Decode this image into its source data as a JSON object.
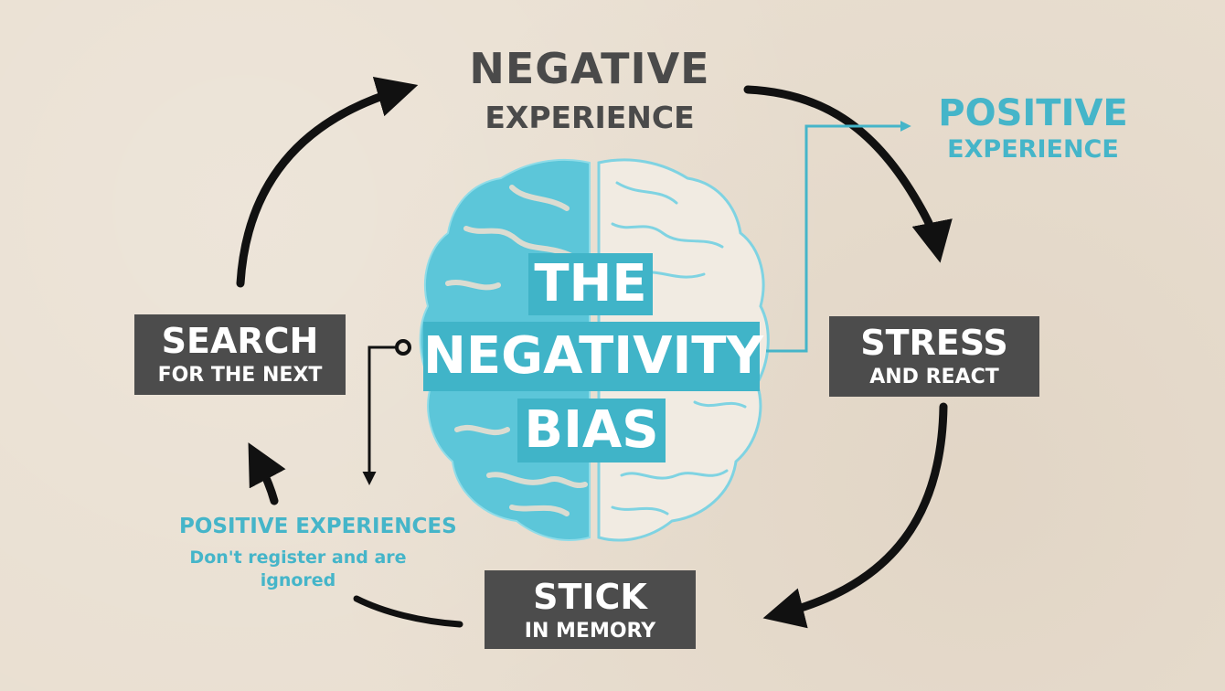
{
  "title": {
    "line1": "THE",
    "line2": "NEGATIVITY",
    "line3": "BIAS"
  },
  "negative": {
    "main": "NEGATIVE",
    "sub": "EXPERIENCE"
  },
  "positive": {
    "main": "POSITIVE",
    "sub": "EXPERIENCE"
  },
  "stress": {
    "main": "STRESS",
    "sub": "AND REACT"
  },
  "stick": {
    "main": "STICK",
    "sub": "IN MEMORY"
  },
  "search": {
    "main": "SEARCH",
    "sub": "FOR THE NEXT"
  },
  "positive_experiences": {
    "title": "POSITIVE EXPERIENCES",
    "description": "Don't register and are ignored"
  },
  "colors": {
    "teal": "#40b4c8",
    "teal_light": "#7fd3e2",
    "dark_box": "#4c4c4c",
    "arrow": "#111111",
    "background": "#e9dfd1"
  },
  "icons": [
    "brain-icon"
  ]
}
